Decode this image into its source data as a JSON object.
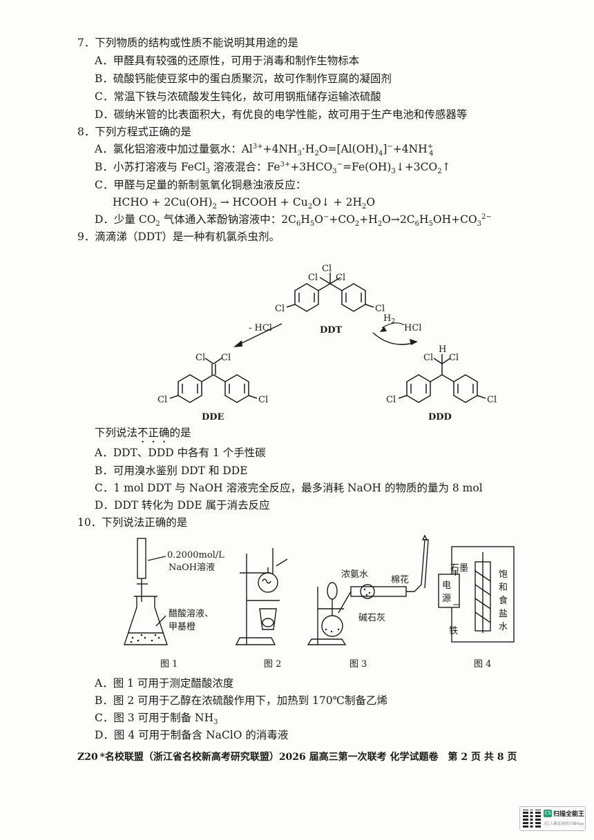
{
  "q7": {
    "stem": "7．下列物质的结构或性质不能说明其用途的是",
    "a": "A．甲醛具有较强的还原性，可用于消毒和制作生物标本",
    "b": "B．硫酸钙能使豆浆中的蛋白质聚沉，故可作制作豆腐的凝固剂",
    "c": "C．常温下铁与浓硫酸发生钝化，故可用钢瓶储存运输浓硫酸",
    "d": "D．碳纳米管的比表面积大，有优良的电学性能，故可用于生产电池和传感器等"
  },
  "q8": {
    "stem": "8．下列方程式正确的是",
    "a_pre": "A．氯化铝溶液中加过量氨水：Al",
    "b_pre": "B．小苏打溶液与 FeCl",
    "c": "C．甲醛与足量的新制氢氧化铜悬浊液反应：",
    "c_eq_pre": "HCHO + 2Cu(OH)",
    "d_pre": "D．少量 CO"
  },
  "q9": {
    "stem": "9．滴滴涕（DDT）是一种有机氯杀虫剂。",
    "sub_pre": "下列说法",
    "sub_neg": "不正确",
    "sub_post": "的是",
    "a": "A．DDT、DDD 中各有 1 个手性碳",
    "b": "B．可用溴水鉴别 DDT 和 DDE",
    "c": "C．1 mol DDT 与 NaOH 溶液完全反应，最多消耗 NaOH 的物质的量为 8 mol",
    "d": "D．DDT 转化为 DDE 属于消去反应",
    "ddt": "DDT",
    "dde": "DDE",
    "ddd": "DDD",
    "minus_hcl": "- HCl",
    "hcl": "HCl",
    "h2": "H",
    "cl": "Cl",
    "h": "H"
  },
  "q10": {
    "stem": "10．下列说法正确的是",
    "a": "A．图 1 可用于测定醋酸浓度",
    "b": "B．图 2 可用于乙醇在浓硫酸作用下，加热到 170℃制备乙烯",
    "c_pre": "C．图 3 可用于制备 NH",
    "d": "D．图 4 可用于制备含 NaClO 的消毒液",
    "fig1_conc": "0.2000mol/L",
    "fig1_reagent": "NaOH溶液",
    "fig1_flask1": "醋酸溶液、",
    "fig1_flask2": "甲基橙",
    "fig3_ammonia": "浓氨水",
    "fig3_cotton": "棉花",
    "fig3_lime": "碱石灰",
    "fig4_graphite": "石墨",
    "fig4_iron": "铁",
    "fig4_power1": "电",
    "fig4_power2": "源",
    "fig4_brine": [
      "饱",
      "和",
      "食",
      "盐",
      "水"
    ],
    "fig4_plus": "+",
    "fig4_minus": "−",
    "cap1": "图 1",
    "cap2": "图 2",
    "cap3": "图 3",
    "cap4": "图 4"
  },
  "footer": "Z20 *名校联盟（浙江省名校新高考研究联盟）2026 届高三第一次联考 化学试题卷　第 2 页 共 8 页",
  "watermark": {
    "logo": "CS",
    "title": "扫描全能王",
    "sub": "3亿人都在用的扫描App"
  }
}
